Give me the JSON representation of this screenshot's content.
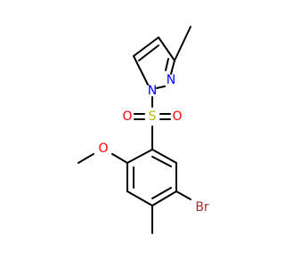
{
  "molecule": {
    "colors": {
      "bond": "#000000",
      "N": "#0000ff",
      "O": "#ff0000",
      "S": "#b8b800",
      "Br": "#a52a2a"
    },
    "labels": {
      "n1": "N",
      "n2": "N",
      "s": "S",
      "o_left": "O",
      "o_right": "O",
      "o_methoxy": "O",
      "br": "Br"
    }
  }
}
